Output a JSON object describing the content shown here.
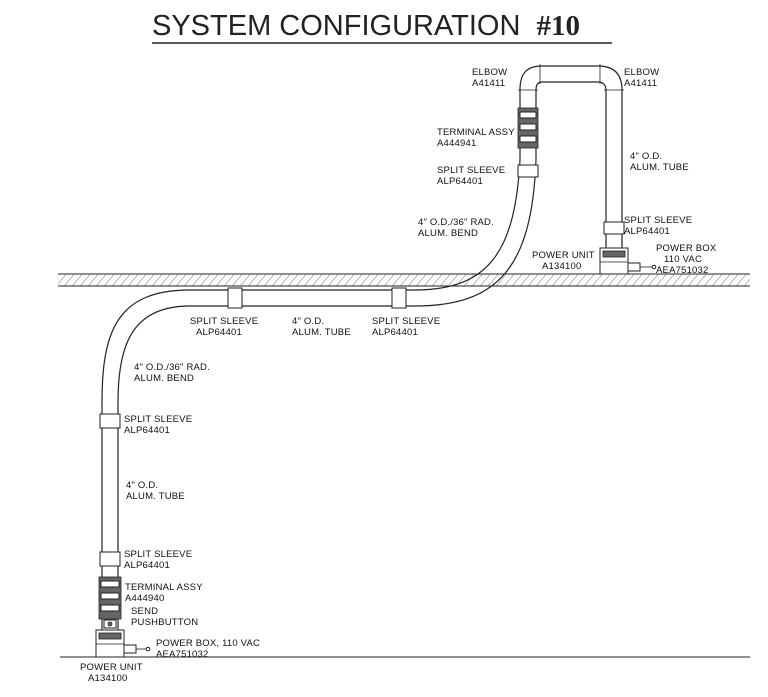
{
  "title": {
    "main": "SYSTEM CONFIGURATION",
    "number": "#10"
  },
  "labels": {
    "elbow_left": [
      "ELBOW",
      "A41411"
    ],
    "elbow_right": [
      "ELBOW",
      "A41411"
    ],
    "terminal_assy_top": [
      "TERMINAL ASSY",
      "A444941"
    ],
    "split_sleeve_upper_left": [
      "SPLIT SLEEVE",
      "ALP64401"
    ],
    "tube_upper_right": [
      "4\" O.D.",
      "ALUM. TUBE"
    ],
    "bend_upper": [
      "4\" O.D./36\" RAD.",
      "ALUM. BEND"
    ],
    "split_sleeve_upper_right": [
      "SPLIT SLEEVE",
      "ALP64401"
    ],
    "power_unit_top": [
      "POWER UNIT",
      "A134100"
    ],
    "power_box_top": [
      "POWER BOX",
      "110 VAC",
      "AEA751032"
    ],
    "split_sleeve_mid_left": [
      "SPLIT SLEEVE",
      "ALP64401"
    ],
    "tube_mid": [
      "4\" O.D.",
      "ALUM. TUBE"
    ],
    "split_sleeve_mid_right": [
      "SPLIT SLEEVE",
      "ALP64401"
    ],
    "bend_lower": [
      "4\" O.D./36\" RAD.",
      "ALUM. BEND"
    ],
    "split_sleeve_lower_upper": [
      "SPLIT SLEEVE",
      "ALP64401"
    ],
    "tube_lower": [
      "4\" O.D.",
      "ALUM. TUBE"
    ],
    "split_sleeve_lower_lower": [
      "SPLIT SLEEVE",
      "ALP64401"
    ],
    "terminal_assy_bottom": [
      "TERMINAL ASSY",
      "A444940"
    ],
    "send_pushbutton": [
      "SEND",
      "PUSHBUTTON"
    ],
    "power_box_bottom": [
      "POWER BOX, 110 VAC",
      "AEA751032"
    ],
    "power_unit_bottom": [
      "POWER UNIT",
      "A134100"
    ]
  }
}
